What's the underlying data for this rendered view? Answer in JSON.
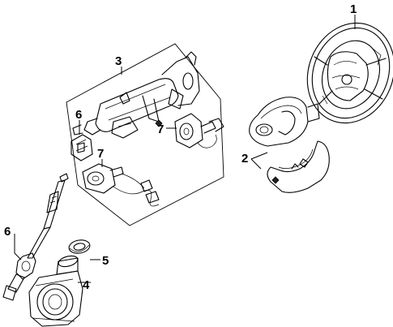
{
  "callouts": {
    "c1": "1",
    "c2": "2",
    "c3": "3",
    "c4": "4",
    "c5": "5",
    "c6_upper": "6",
    "c6_lower": "6",
    "c7_upper": "7",
    "c7_lower": "7"
  },
  "colors": {
    "line": "#000000",
    "background": "#ffffff"
  }
}
